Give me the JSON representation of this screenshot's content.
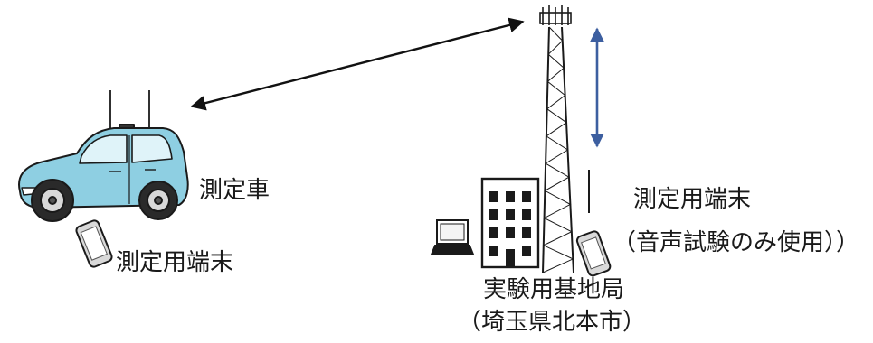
{
  "labels": {
    "vehicle": "測定車",
    "vehicle_terminal": "測定用端末",
    "station_terminal": "測定用端末",
    "station_terminal_note": "（音声試験のみ使用））",
    "station_name": "実験用基地局",
    "station_location": "（埼玉県北本市）"
  },
  "icons": {
    "car": "car-icon",
    "phone": "smartphone-icon",
    "tower": "antenna-tower-icon",
    "building": "office-building-icon",
    "laptop": "laptop-icon"
  },
  "colors": {
    "car_body": "#8ecfe2",
    "outline": "#1a1a1a",
    "height_arrow": "#3d5fa0"
  }
}
